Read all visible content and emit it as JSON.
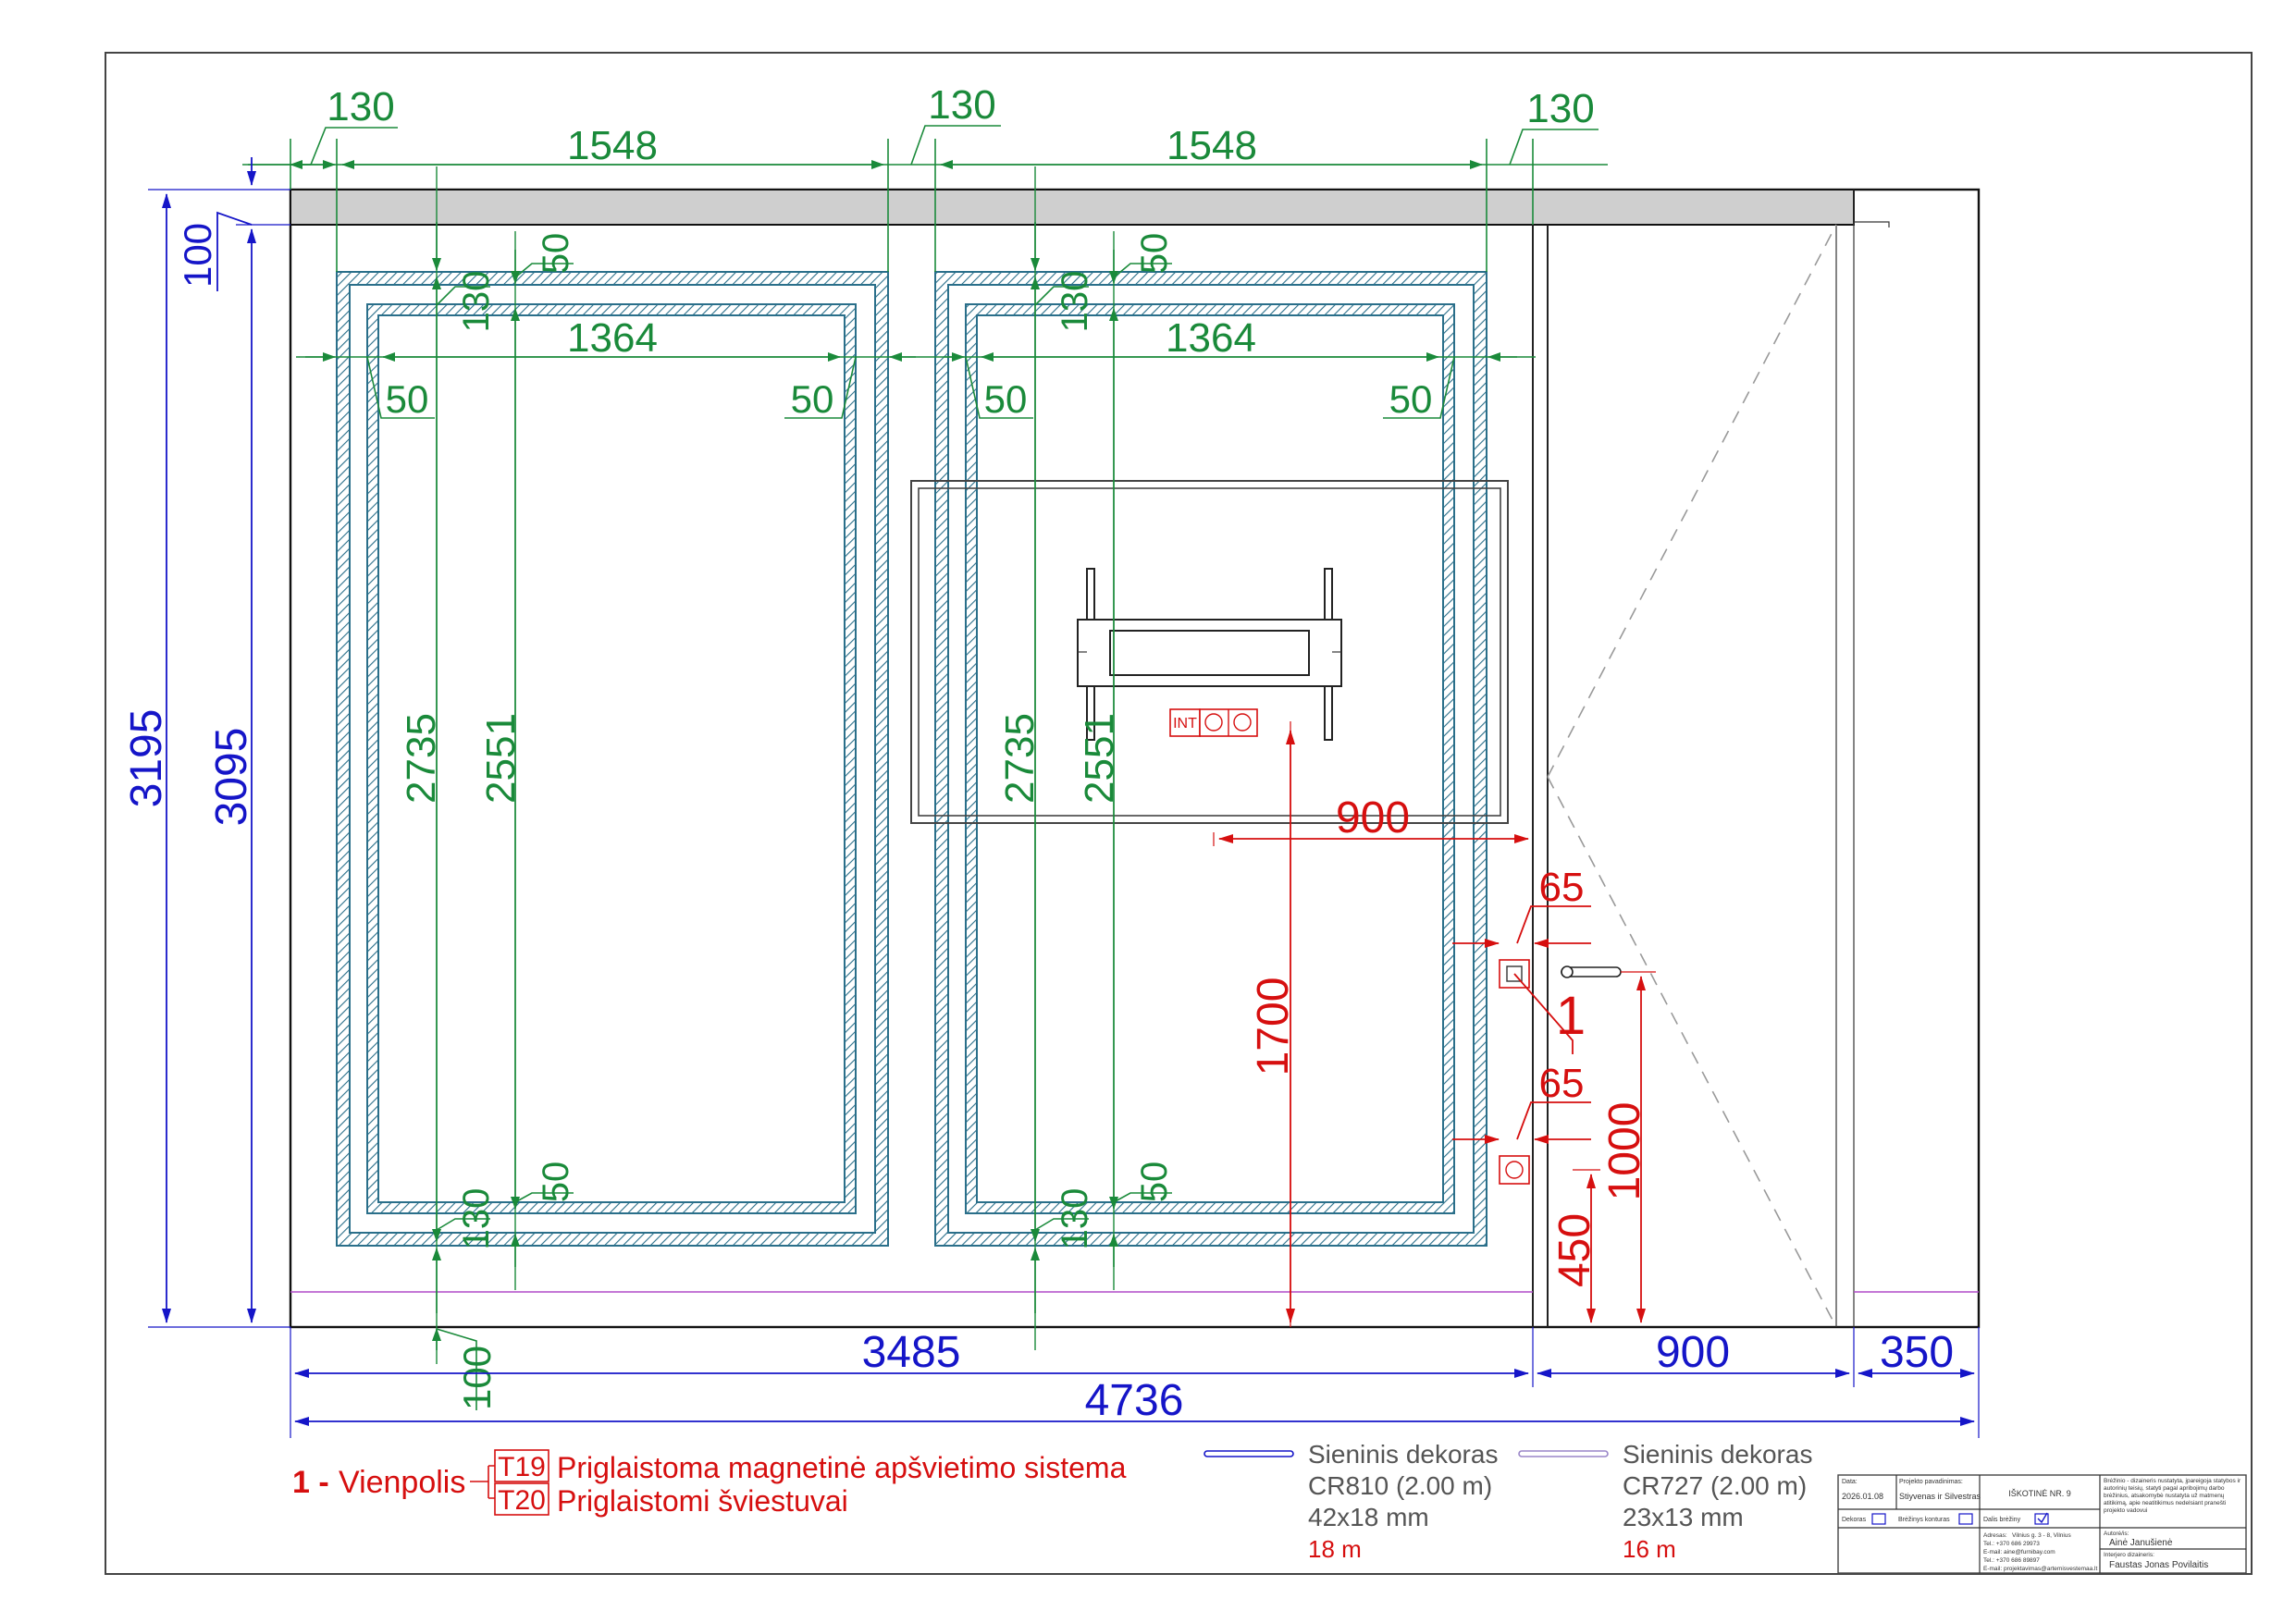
{
  "dimensions": {
    "top": [
      "130",
      "1548",
      "130",
      "1548",
      "130"
    ],
    "panel_left": {
      "top": "50",
      "side_left": "50",
      "side_right": "50",
      "inner_width": "1364",
      "gap_top": "130",
      "height_outer": "2735",
      "height_inner": "2551",
      "bottom_gap": "130",
      "bottom_50": "50"
    },
    "panel_right": {
      "top": "50",
      "side_left": "50",
      "side_right": "50",
      "inner_width": "1364",
      "gap_top": "130",
      "height_outer": "2735",
      "height_inner": "2551",
      "bottom_gap": "130",
      "bottom_50": "50"
    },
    "left_100_top": "100",
    "left_3195": "3195",
    "left_3095": "3095",
    "bottom_100": "100",
    "bottom_3485": "3485",
    "bottom_900": "900",
    "bottom_350": "350",
    "bottom_4736": "4736",
    "red_900": "900",
    "red_65_a": "65",
    "red_65_b": "65",
    "red_1700": "1700",
    "red_1000": "1000",
    "red_450": "450",
    "switch_label": "1"
  },
  "socket": {
    "int_label": "INT"
  },
  "legend": {
    "item_number": "1 -",
    "item_name": "Vienpolis",
    "t19_code": "T19",
    "t19_text": "Priglaistoma magnetinė apšvietimo sistema",
    "t20_code": "T20",
    "t20_text": "Priglaistomi šviestuvai"
  },
  "decor": [
    {
      "title": "Sieninis dekoras",
      "code": "CR810 (2.00 m)",
      "size": "42x18 mm",
      "length": "18 m",
      "line_color": "#1515c8"
    },
    {
      "title": "Sieninis dekoras",
      "code": "CR727 (2.00 m)",
      "size": "23x13 mm",
      "length": "16 m",
      "line_color": "#9a86c8"
    }
  ],
  "title_block": {
    "date_label": "Data:",
    "date": "2026.01.08",
    "project_label": "Projekto pavadinimas:",
    "project": "Stiyvenas ir Silvestras",
    "sheet": "IŠKOTINĖ NR. 9",
    "dekoras_label": "Dekoras",
    "brezinys_label": "Brėžinys konturas",
    "dalis_label": "Dalis brėžiny",
    "notes": "Brėžinio - dizaineris nustatyta, įpareigoja statybos ir autorinių teisių, statyti pagal apribojimų darbo brėžinius, atsakomybė nustatyta už matmenų atitikimą, apie neatitikimus nedelsiant pranešti projekto vadovui",
    "address_label": "Adresas:",
    "address": "Vilnius g. 3 - 8, Vilnius",
    "phone": "Tel.: +370 686 29973",
    "email": "E-mail: aine@furnibay.com",
    "phone2": "Tel.: +370 686 89897",
    "email2": "E-mail: projektavimas@artemisvestemaa.lt",
    "author_label": "Autorė/is:",
    "author": "Ainė Janušienė",
    "designer_label": "Interjero dizaineris:",
    "designer": "Faustas Jonas Povilaitis"
  },
  "colors": {
    "dim_green": "#1a8a3a",
    "dim_blue": "#1515c8",
    "dim_red": "#d60f0f"
  }
}
